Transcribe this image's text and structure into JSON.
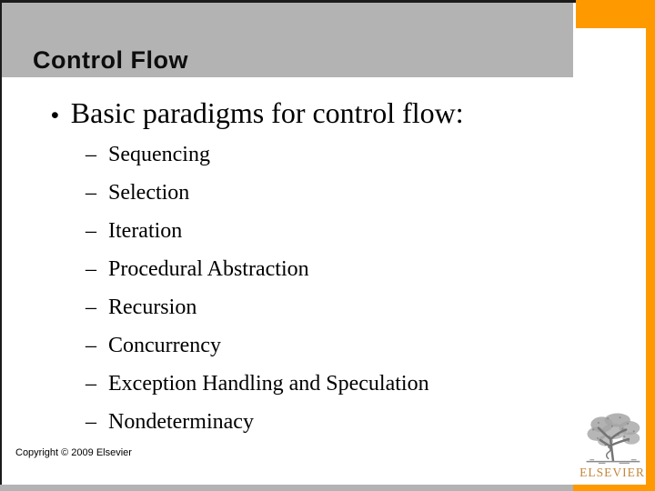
{
  "slide": {
    "title": "Control Flow",
    "content": {
      "bullet_marker": "•",
      "bullet_text": "Basic paradigms for control flow:",
      "sub_marker": "–",
      "sub_items": [
        "Sequencing",
        "Selection",
        "Iteration",
        "Procedural Abstraction",
        "Recursion",
        "Concurrency",
        "Exception Handling and Speculation",
        "Nondeterminacy"
      ]
    },
    "footer": {
      "copyright": "Copyright © 2009 Elsevier"
    },
    "logo": {
      "wordmark": "ELSEVIER",
      "icon": "elsevier-tree-icon"
    },
    "colors": {
      "header_bar": "#b3b3b3",
      "accent_orange": "#ff9900",
      "text": "#000000",
      "wordmark": "#c4873c"
    }
  }
}
